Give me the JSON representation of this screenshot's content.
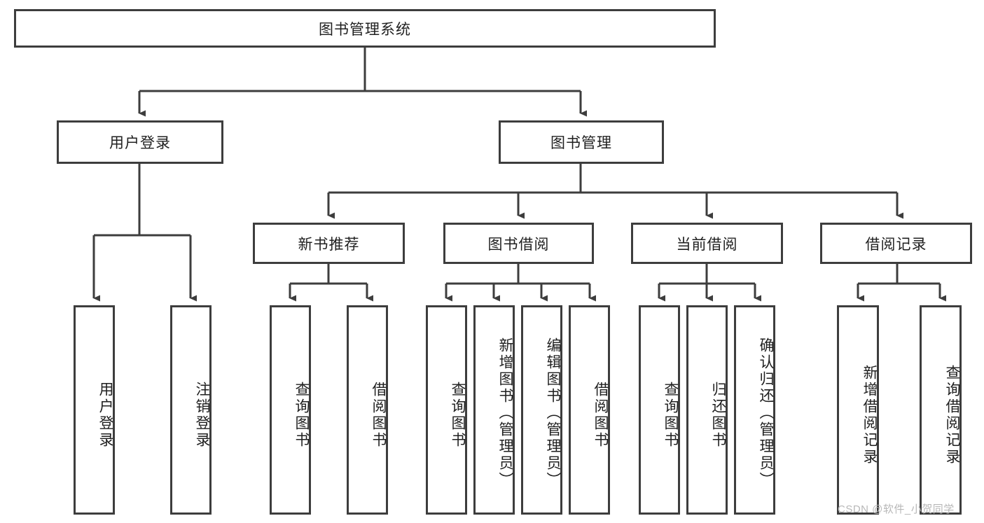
{
  "diagram": {
    "title": "图书管理系统",
    "type": "tree-hierarchy-chart",
    "watermark": "CSDN @软件_小贺同学",
    "line_color": "#3d3d3d",
    "box_fill": "#ffffff",
    "text_color": "#1f1f1f",
    "watermark_color": "#b8b8b8"
  },
  "root": {
    "label": "图书管理系统"
  },
  "level2": {
    "user_login": {
      "label": "用户登录"
    },
    "book_manage": {
      "label": "图书管理"
    }
  },
  "level3": {
    "new_book_recommend": {
      "label": "新书推荐"
    },
    "book_borrow": {
      "label": "图书借阅"
    },
    "current_borrow": {
      "label": "当前借阅"
    },
    "borrow_record": {
      "label": "借阅记录"
    }
  },
  "leaves": {
    "user_login": [
      {
        "label": "用户登录"
      },
      {
        "label": "注销登录"
      }
    ],
    "new_book_recommend": [
      {
        "label": "查询图书"
      },
      {
        "label": "借阅图书"
      }
    ],
    "book_borrow": [
      {
        "label": "查询图书"
      },
      {
        "label": "新增图书（管理员）"
      },
      {
        "label": "编辑图书（管理员）"
      },
      {
        "label": "借阅图书"
      }
    ],
    "current_borrow": [
      {
        "label": "查询图书"
      },
      {
        "label": "归还图书"
      },
      {
        "label": "确认归还（管理员）"
      }
    ],
    "borrow_record": [
      {
        "label": "新增借阅记录"
      },
      {
        "label": "查询借阅记录"
      }
    ]
  }
}
